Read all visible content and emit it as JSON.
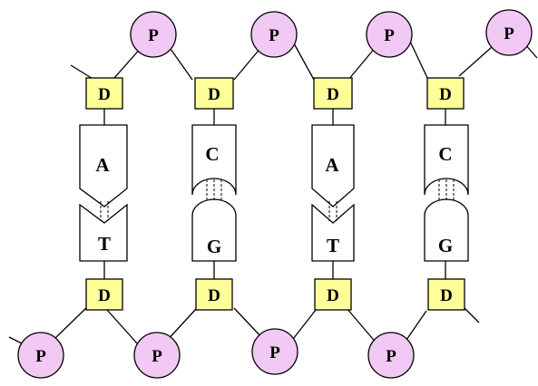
{
  "colors": {
    "phosphate_fill": "#f2c8f4",
    "sugar_fill": "#ffff99",
    "base_fill": "#ffffff",
    "line": "#000000"
  },
  "top_strand": {
    "phosphates": [
      "P",
      "P",
      "P",
      "P"
    ],
    "sugars": [
      "D",
      "D",
      "D",
      "D"
    ]
  },
  "bottom_strand": {
    "phosphates": [
      "P",
      "P",
      "P",
      "P"
    ],
    "sugars": [
      "D",
      "D",
      "D",
      "D"
    ]
  },
  "base_pairs": [
    {
      "top": "A",
      "bottom": "T",
      "top_shape": "arrow",
      "bottom_shape": "notch"
    },
    {
      "top": "C",
      "bottom": "G",
      "top_shape": "cup",
      "bottom_shape": "dome"
    },
    {
      "top": "A",
      "bottom": "T",
      "top_shape": "arrow",
      "bottom_shape": "notch"
    },
    {
      "top": "C",
      "bottom": "G",
      "top_shape": "cup",
      "bottom_shape": "dome"
    }
  ]
}
